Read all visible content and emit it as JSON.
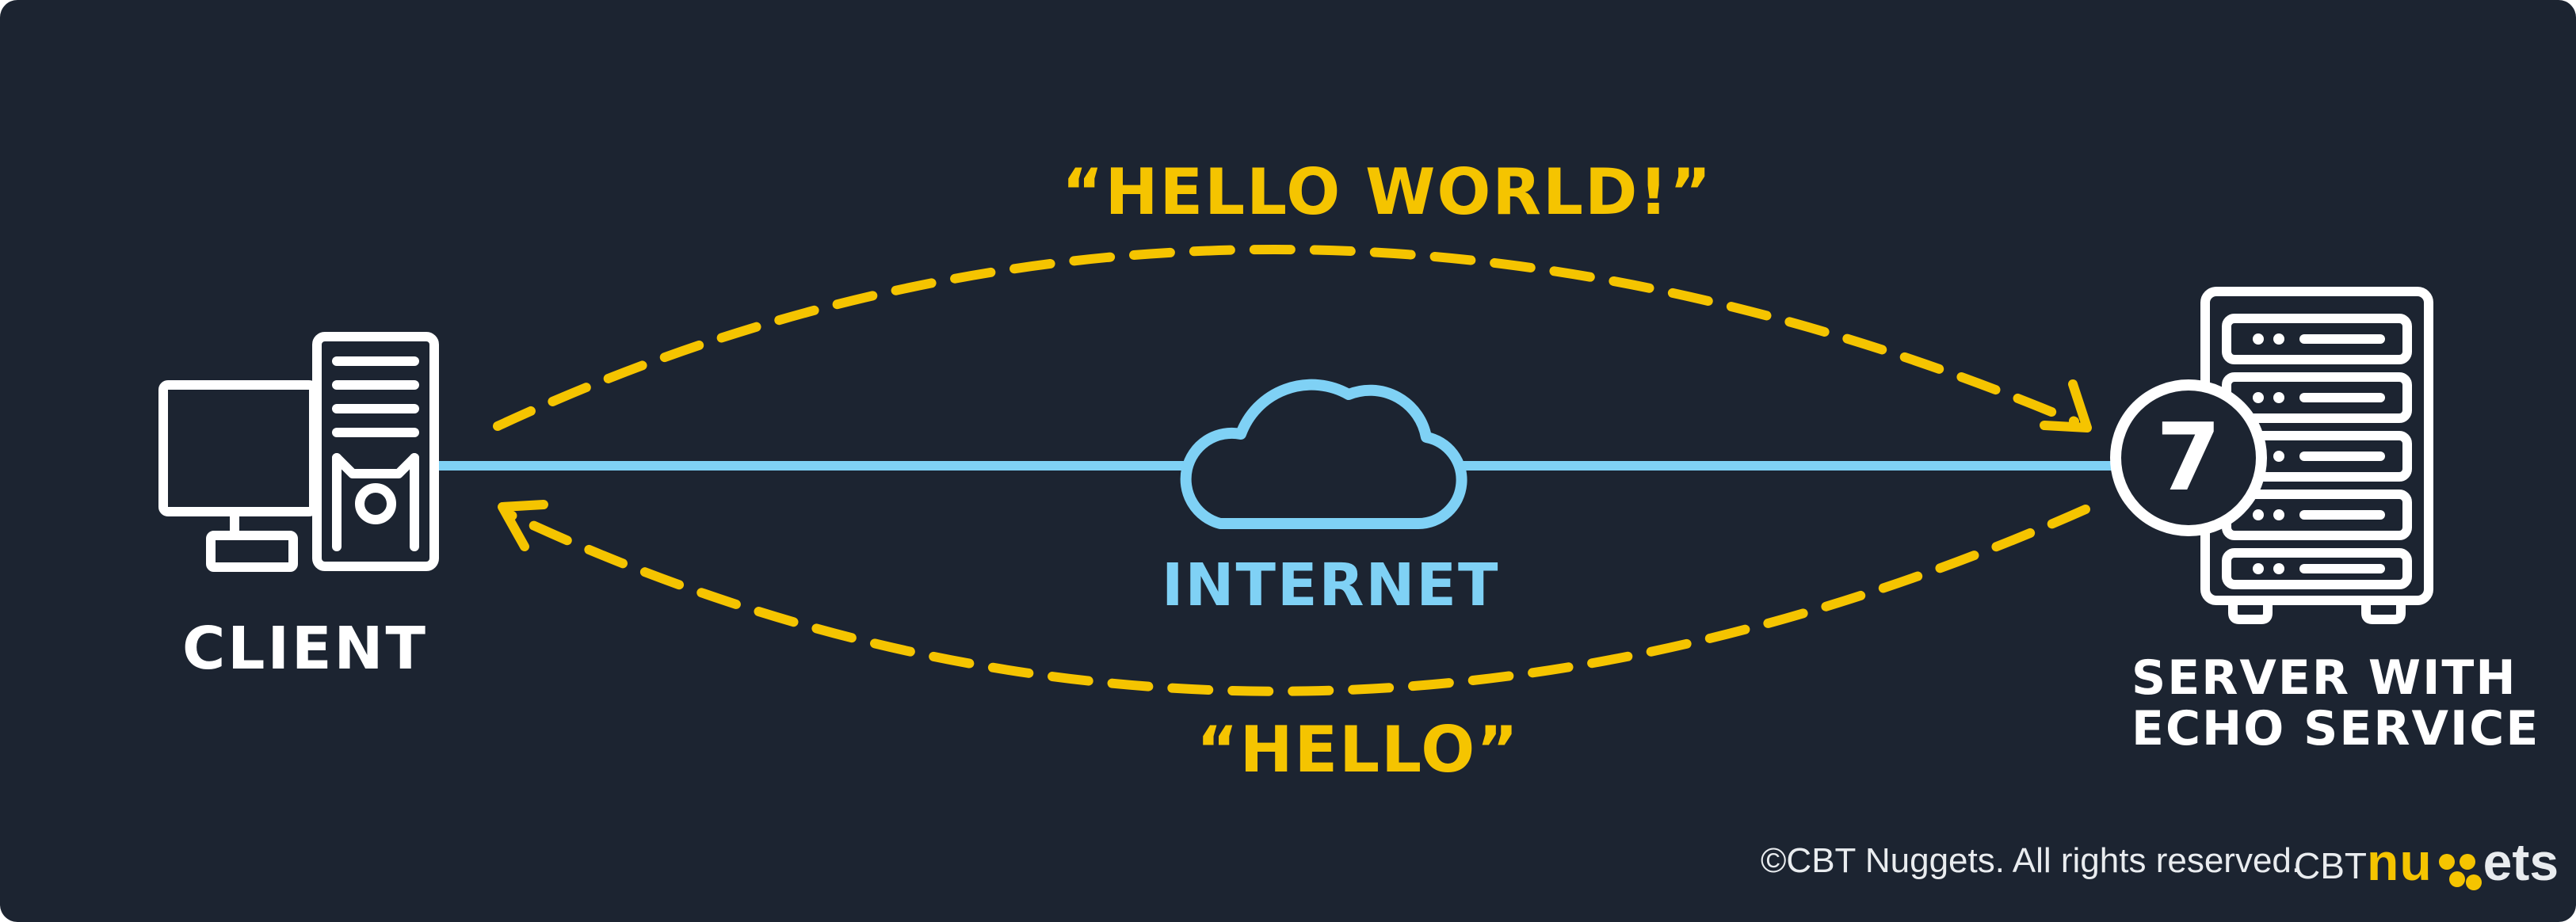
{
  "labels": {
    "request": "“HELLO WORLD!”",
    "response": "“HELLO”",
    "network": "INTERNET",
    "client": "CLIENT",
    "server_line1": "SERVER WITH",
    "server_line2": "ECHO SERVICE",
    "port_number": "7"
  },
  "footer": {
    "copyright": "©CBT Nuggets. All rights reserved.",
    "brand_prefix": "CBT",
    "brand_mid": "nu",
    "brand_suffix": "ets"
  },
  "colors": {
    "background": "#1c2431",
    "accent_yellow": "#f5c400",
    "network_blue": "#7fd1f5",
    "foreground_white": "#ffffff"
  },
  "icons": [
    "desktop-computer-icon",
    "cloud-icon",
    "server-rack-icon"
  ]
}
